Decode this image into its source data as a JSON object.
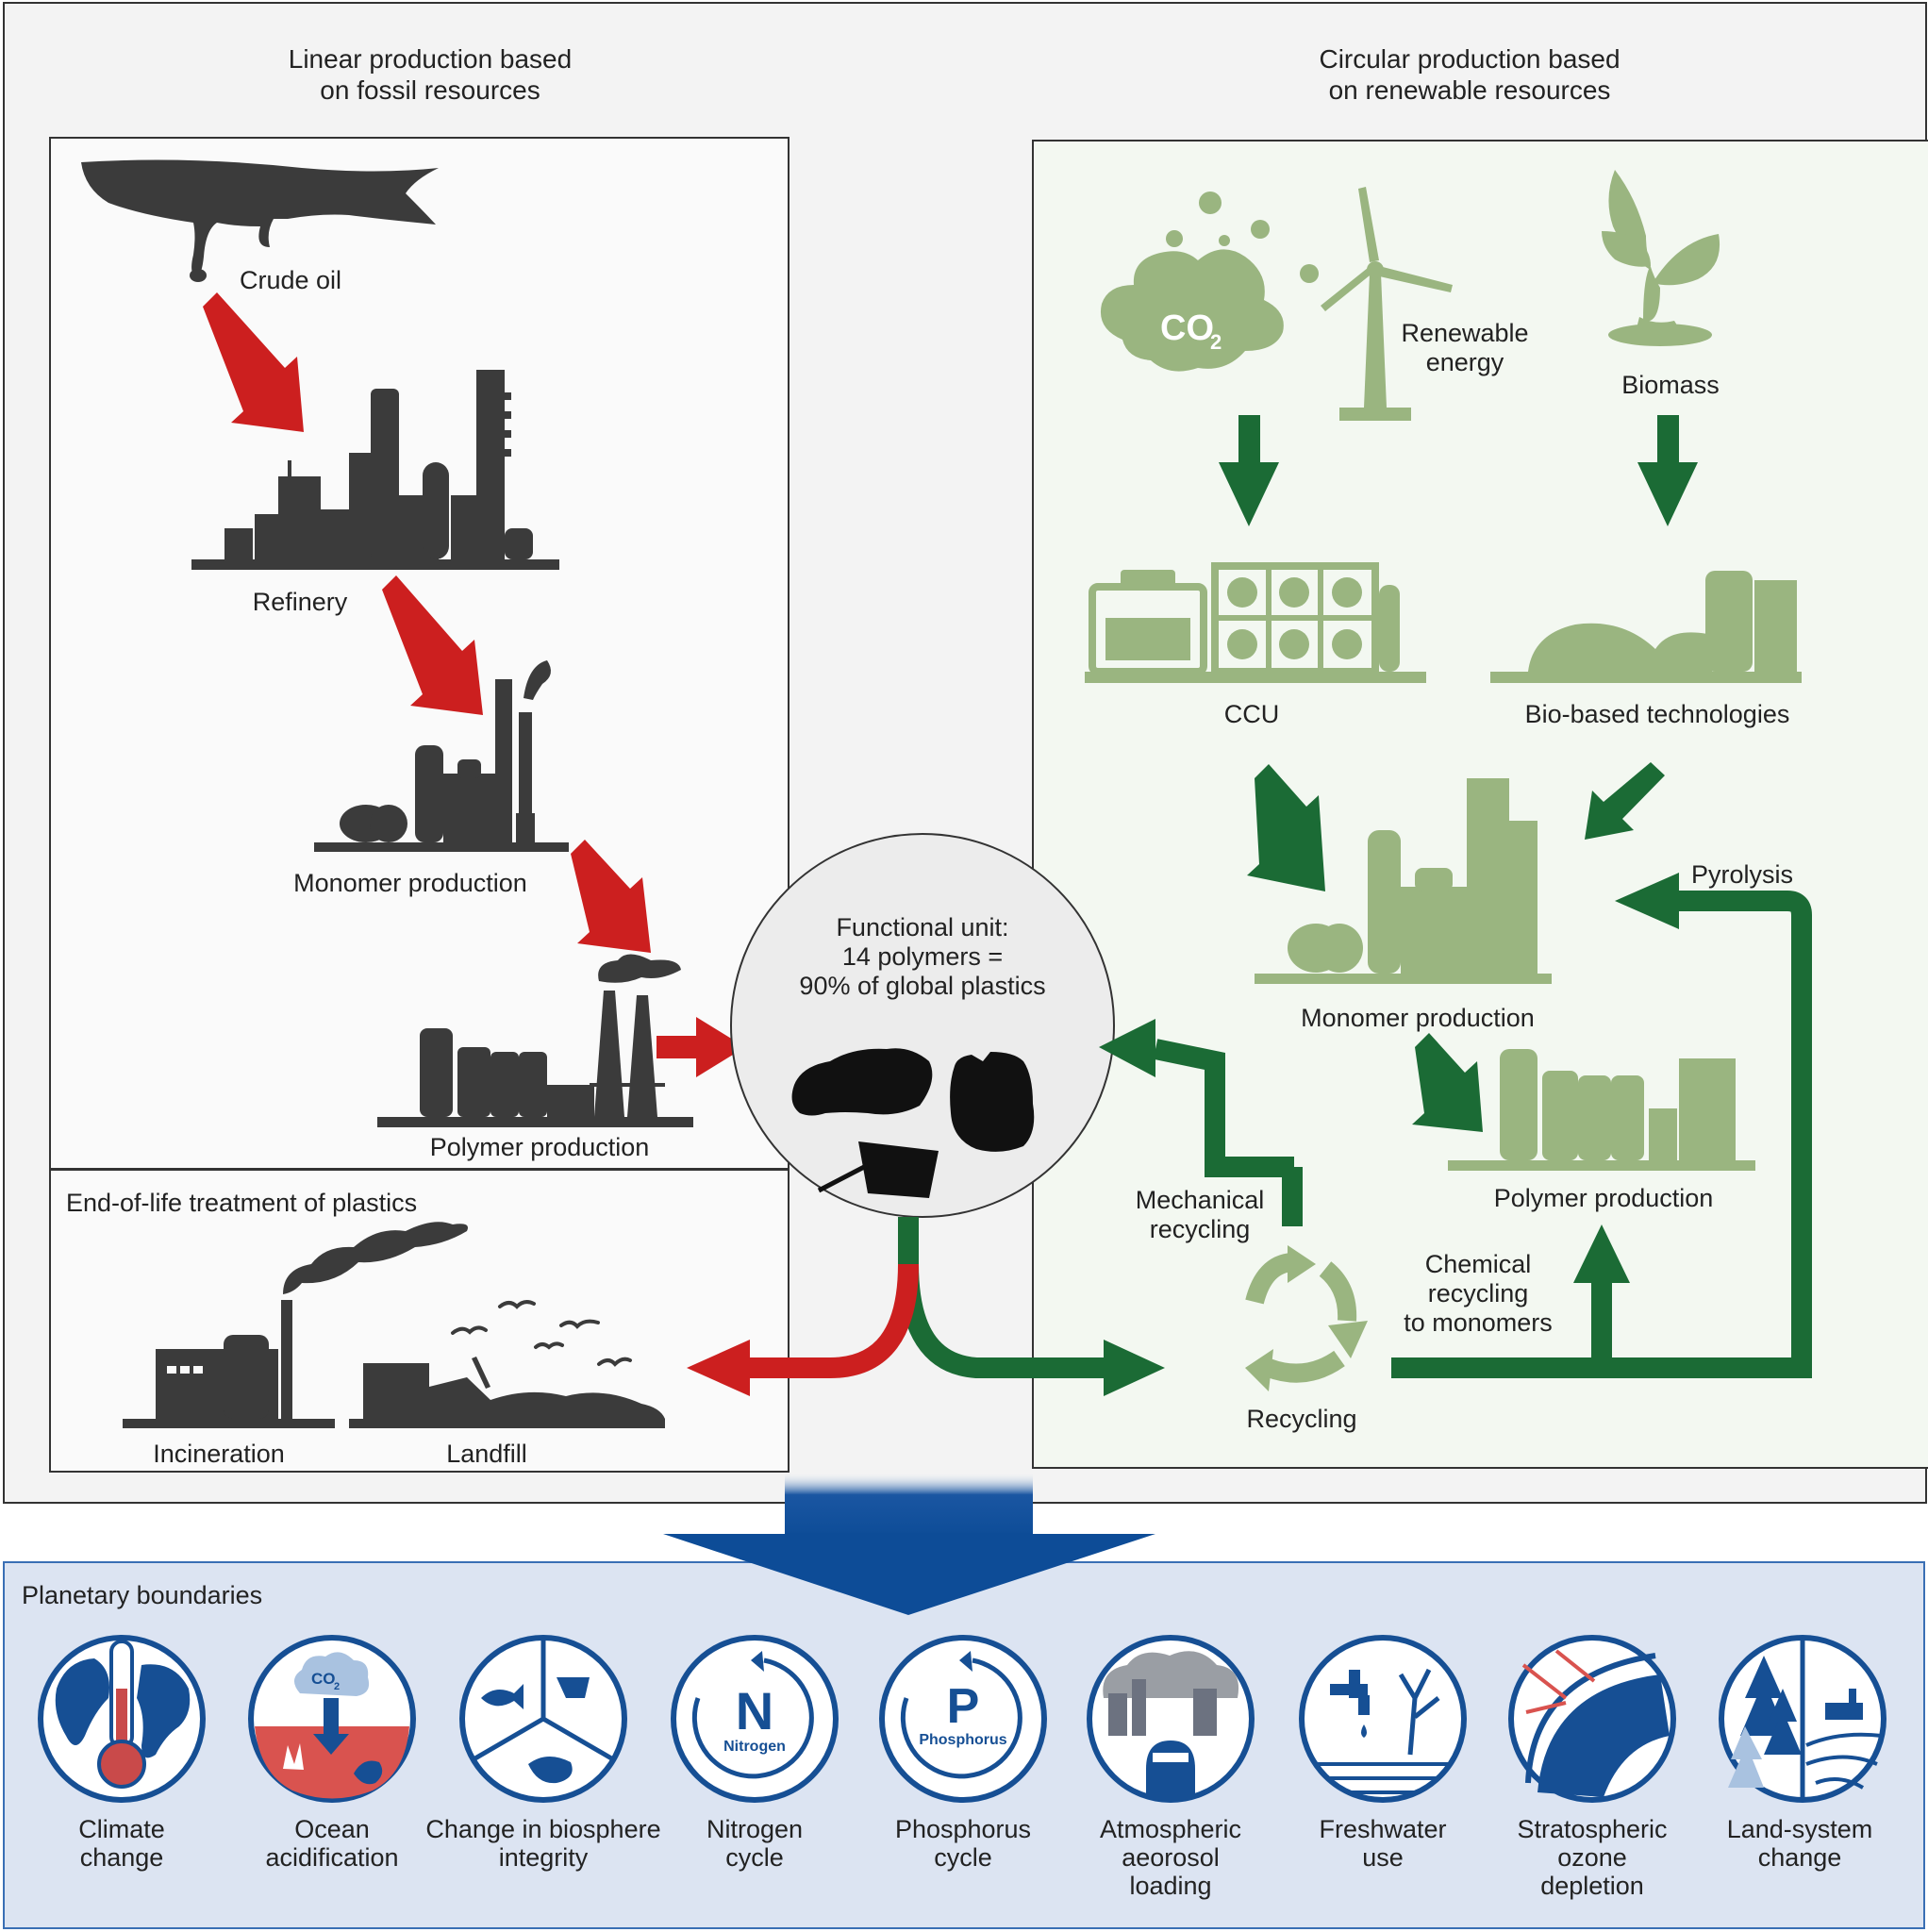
{
  "linear": {
    "title": [
      "Linear production based",
      "on fossil resources"
    ],
    "crude_oil": "Crude oil",
    "refinery": "Refinery",
    "monomer": "Monomer production",
    "polymer": "Polymer production"
  },
  "circular": {
    "title": [
      "Circular production based",
      "on renewable resources"
    ],
    "renewable_energy": [
      "Renewable",
      "energy"
    ],
    "biomass": "Biomass",
    "ccu": "CCU",
    "bio_tech": "Bio-based technologies",
    "monomer": "Monomer production",
    "polymer": "Polymer production",
    "pyrolysis": "Pyrolysis",
    "mechanical": [
      "Mechanical",
      "recycling"
    ],
    "chemical": [
      "Chemical",
      "recycling",
      "to monomers"
    ],
    "recycling": "Recycling",
    "co2_label": "CO",
    "co2_sub": "2"
  },
  "center": {
    "lines": [
      "Functional unit:",
      "14 polymers =",
      "90% of global plastics"
    ]
  },
  "eol": {
    "title": "End-of-life treatment of plastics",
    "incineration": "Incineration",
    "landfill": "Landfill"
  },
  "planetary": {
    "title": "Planetary boundaries",
    "items": [
      {
        "icon": "climate-change-icon",
        "label": [
          "Climate",
          "change"
        ]
      },
      {
        "icon": "ocean-acidification-icon",
        "label": [
          "Ocean",
          "acidification"
        ]
      },
      {
        "icon": "biosphere-integrity-icon",
        "label": [
          "Change in biosphere",
          "integrity"
        ]
      },
      {
        "icon": "nitrogen-cycle-icon",
        "label": [
          "Nitrogen",
          "cycle"
        ],
        "letter": "N",
        "word": "Nitrogen"
      },
      {
        "icon": "phosphorus-cycle-icon",
        "label": [
          "Phosphorus",
          "cycle"
        ],
        "letter": "P",
        "word": "Phosphorus"
      },
      {
        "icon": "aerosol-loading-icon",
        "label": [
          "Atmospheric",
          "aeorosol",
          "loading"
        ]
      },
      {
        "icon": "freshwater-use-icon",
        "label": [
          "Freshwater",
          "use"
        ]
      },
      {
        "icon": "ozone-depletion-icon",
        "label": [
          "Stratospheric",
          "ozone",
          "depletion"
        ]
      },
      {
        "icon": "land-system-change-icon",
        "label": [
          "Land-system",
          "change"
        ]
      }
    ]
  },
  "colors": {
    "fossil_arrow": "#cc1f1f",
    "circular_arrow": "#1b6b35",
    "renewable_icons": "#9ab580",
    "fossil_icons": "#3b3b3b",
    "planetary_blue": "#164f94",
    "planetary_bg": "#dce4f2"
  }
}
